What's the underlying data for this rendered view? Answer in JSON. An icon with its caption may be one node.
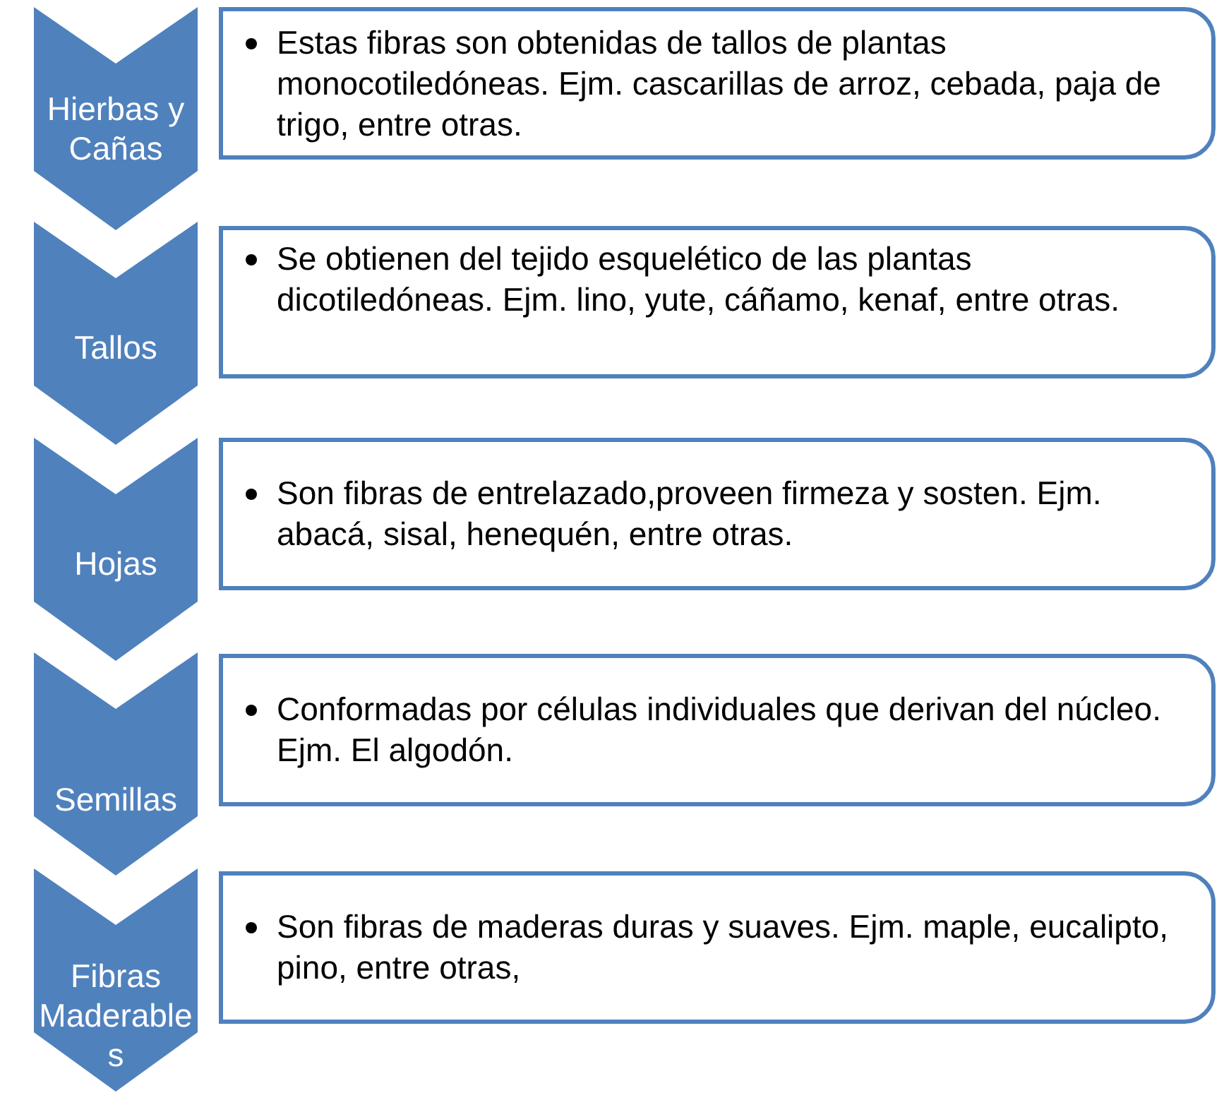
{
  "diagram": {
    "nodes": [
      {
        "text": [
          "Hierbas y Cañas"
        ]
      },
      {
        "text": [
          "Estas fibras son obtenidas de tallos de plantas monocotiledóneas. Ejm. cascarillas de arroz, cebada, paja de trigo, entre otras."
        ]
      },
      {
        "text": [
          "Tallos"
        ]
      },
      {
        "text": [
          "Se obtienen del tejido esquelético de las plantas dicotiledóneas. Ejm. lino, yute, cáñamo, kenaf, entre otras."
        ]
      },
      {
        "text": [
          "Hojas"
        ]
      },
      {
        "text": [
          "Son fibras de entrelazado,proveen firmeza y sosten. Ejm. abacá, sisal, henequén, entre otras."
        ]
      },
      {
        "text": [
          "Semillas"
        ]
      },
      {
        "text": [
          "Conformadas por células individuales que derivan del núcleo. Ejm. El algodón."
        ]
      },
      {
        "text": [
          "Fibras Maderables"
        ]
      },
      {
        "text": [
          "Son fibras de maderas duras y suaves. Ejm. maple, eucalipto, pino, entre otras,"
        ]
      }
    ]
  }
}
